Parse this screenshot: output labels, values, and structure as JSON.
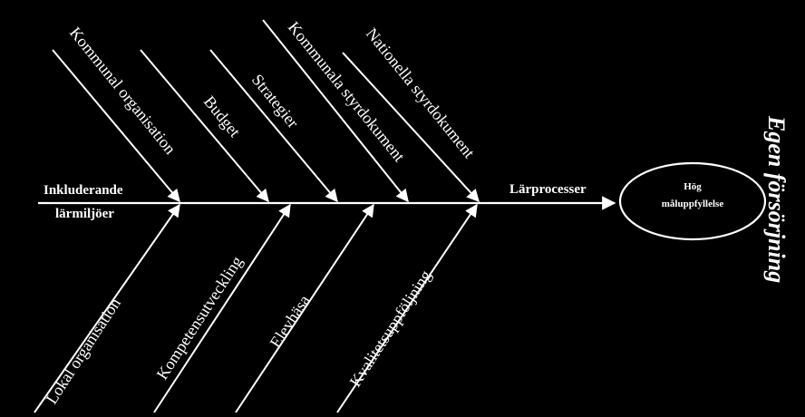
{
  "diagram": {
    "spine_left_label_line1": "Inkluderande",
    "spine_left_label_line2": "lärmiljöer",
    "spine_right_label": "Lärprocesser",
    "outcome_line1": "Hög",
    "outcome_line2": "måluppfyllelse",
    "side_label": "Egen försörjning",
    "upper_branches": [
      "Kommunal organisation",
      "Budget",
      "Strategier",
      "Kommunala styrdokument",
      "Nationella styrdokument"
    ],
    "lower_branches": [
      "Lokal organisation",
      "Kompetensutveckling",
      "Elevhäsa",
      "Kvalitetsuppföljning"
    ],
    "colors": {
      "background": "#000000",
      "foreground": "#ffffff"
    }
  }
}
